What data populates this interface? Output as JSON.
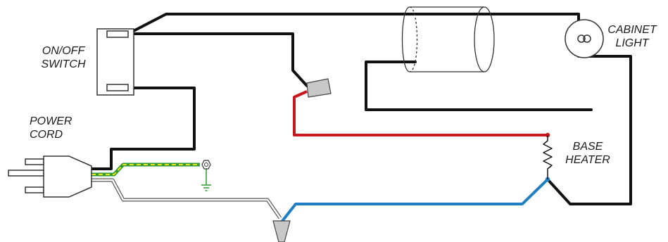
{
  "labels": {
    "switch": [
      "ON/OFF",
      "SWITCH"
    ],
    "cord": [
      "POWER",
      "CORD"
    ],
    "light": [
      "CABINET",
      "LIGHT"
    ],
    "heater": [
      "BASE",
      "HEATER"
    ]
  },
  "colors": {
    "wire_black": "#111111",
    "wire_red": "#c8161d",
    "wire_blue": "#1f7fc4",
    "ground_green": "#2e9a2e",
    "ground_yellow": "#e8e21a",
    "wire_nut": "#c8c8c8",
    "outline": "#333333"
  }
}
